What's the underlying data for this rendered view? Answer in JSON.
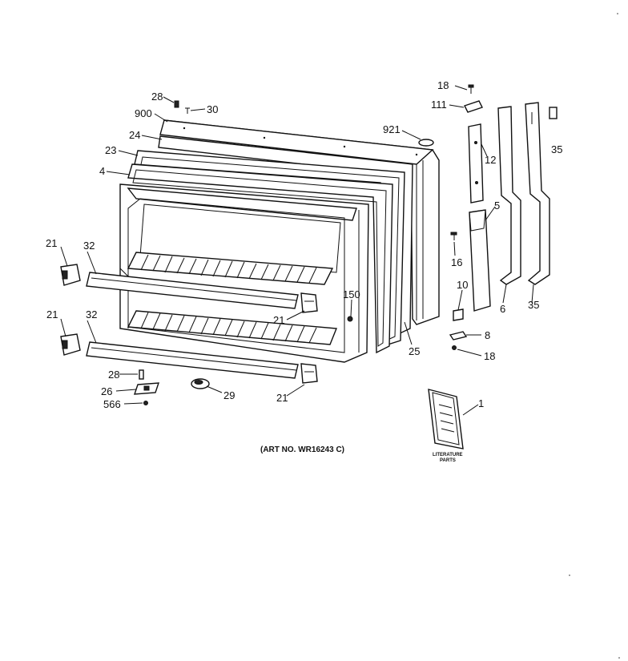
{
  "labels": {
    "l28_top": "28",
    "l30": "30",
    "l900": "900",
    "l24": "24",
    "l23": "23",
    "l4": "4",
    "l921": "921",
    "l18_top": "18",
    "l111": "111",
    "l12": "12",
    "l35_top": "35",
    "l5": "5",
    "l16": "16",
    "l6": "6",
    "l35_bottom": "35",
    "l10": "10",
    "l8": "8",
    "l18_bottom": "18",
    "l21_left_top": "21",
    "l32_top": "32",
    "l21_left_bottom": "21",
    "l32_bottom": "32",
    "l150": "150",
    "l21_mid": "21",
    "l25": "25",
    "l28_bottom": "28",
    "l26": "26",
    "l566": "566",
    "l29": "29",
    "l21_bottom": "21",
    "l1": "1"
  },
  "art_number": "(ART NO. WR16243 C)",
  "literature": {
    "line1": "LITERATURE",
    "line2": "PARTS"
  }
}
